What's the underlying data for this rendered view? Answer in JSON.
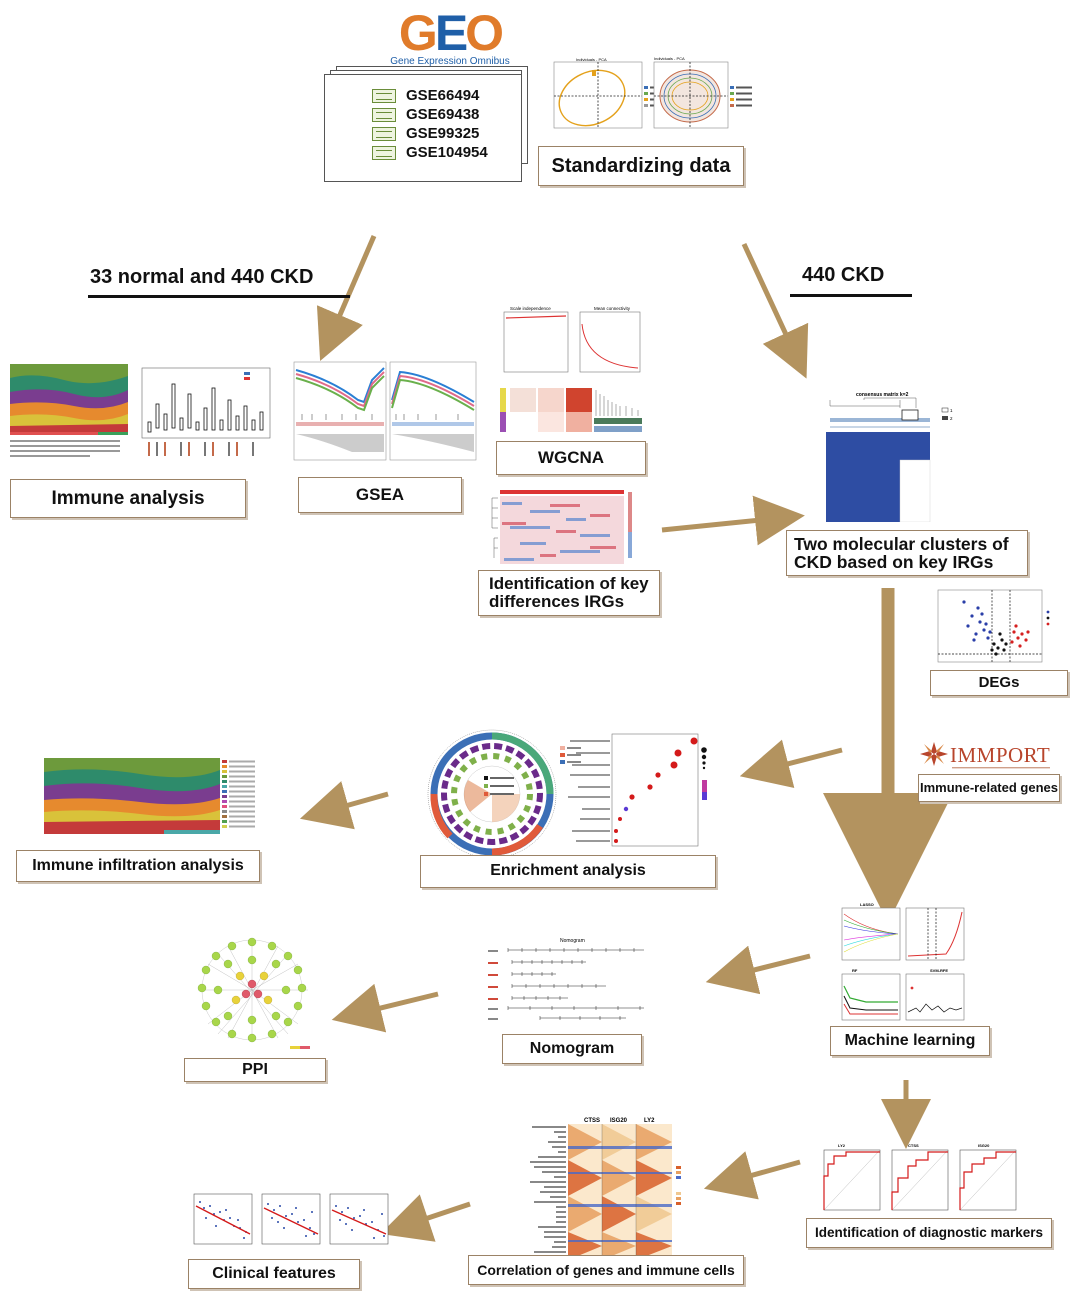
{
  "geo_logo": {
    "name": "GEO",
    "subtitle": "Gene Expression Omnibus"
  },
  "datasets": [
    "GSE66494",
    "GSE69438",
    "GSE99325",
    "GSE104954"
  ],
  "steps": {
    "standardizing": "Standardizing data",
    "normal_ckd": "33 normal  and 440 CKD",
    "ckd_only": "440 CKD",
    "immune": "Immune analysis",
    "gsea": "GSEA",
    "wgcna": "WGCNA",
    "key_irgs_line1": "Identification of key",
    "key_irgs_line2": "differences IRGs",
    "clusters_line1": "Two molecular clusters of",
    "clusters_line2": "CKD based on key IRGs",
    "degs": "DEGs",
    "immport_logo": "IMMPORT",
    "immune_genes": "Immune-related genes",
    "immune_infiltration": "Immune infiltration analysis",
    "enrichment": "Enrichment analysis",
    "machine_learning": "Machine learning",
    "nomogram": "Nomogram",
    "ppi": "PPI",
    "diagnostic": "Identification of diagnostic markers",
    "correlation": "Correlation of genes and immune cells",
    "clinical": "Clinical features"
  },
  "mini_titles": {
    "consensus": "consensus matrix k=2",
    "nomogram_title": "Nomogram",
    "scale_independence": "Scale independence",
    "mean_connectivity": "Mean connectivity",
    "pca": "Individuals - PCA",
    "lasso": "LASSO",
    "svm_rfe": "SVM-RFE",
    "rf": "RF"
  },
  "heatmap_genes": [
    "CTSS",
    "ISG20",
    "LY2"
  ],
  "roc_genes": [
    "LY2",
    "CTSS",
    "ISG20"
  ],
  "colors": {
    "arrow": "#b3935f",
    "box_border": "#9b8266",
    "geo_blue": "#1f5fa8",
    "geo_orange": "#e07b2a",
    "cluster_blue": "#2e4da3",
    "immport_red": "#b8452c"
  }
}
